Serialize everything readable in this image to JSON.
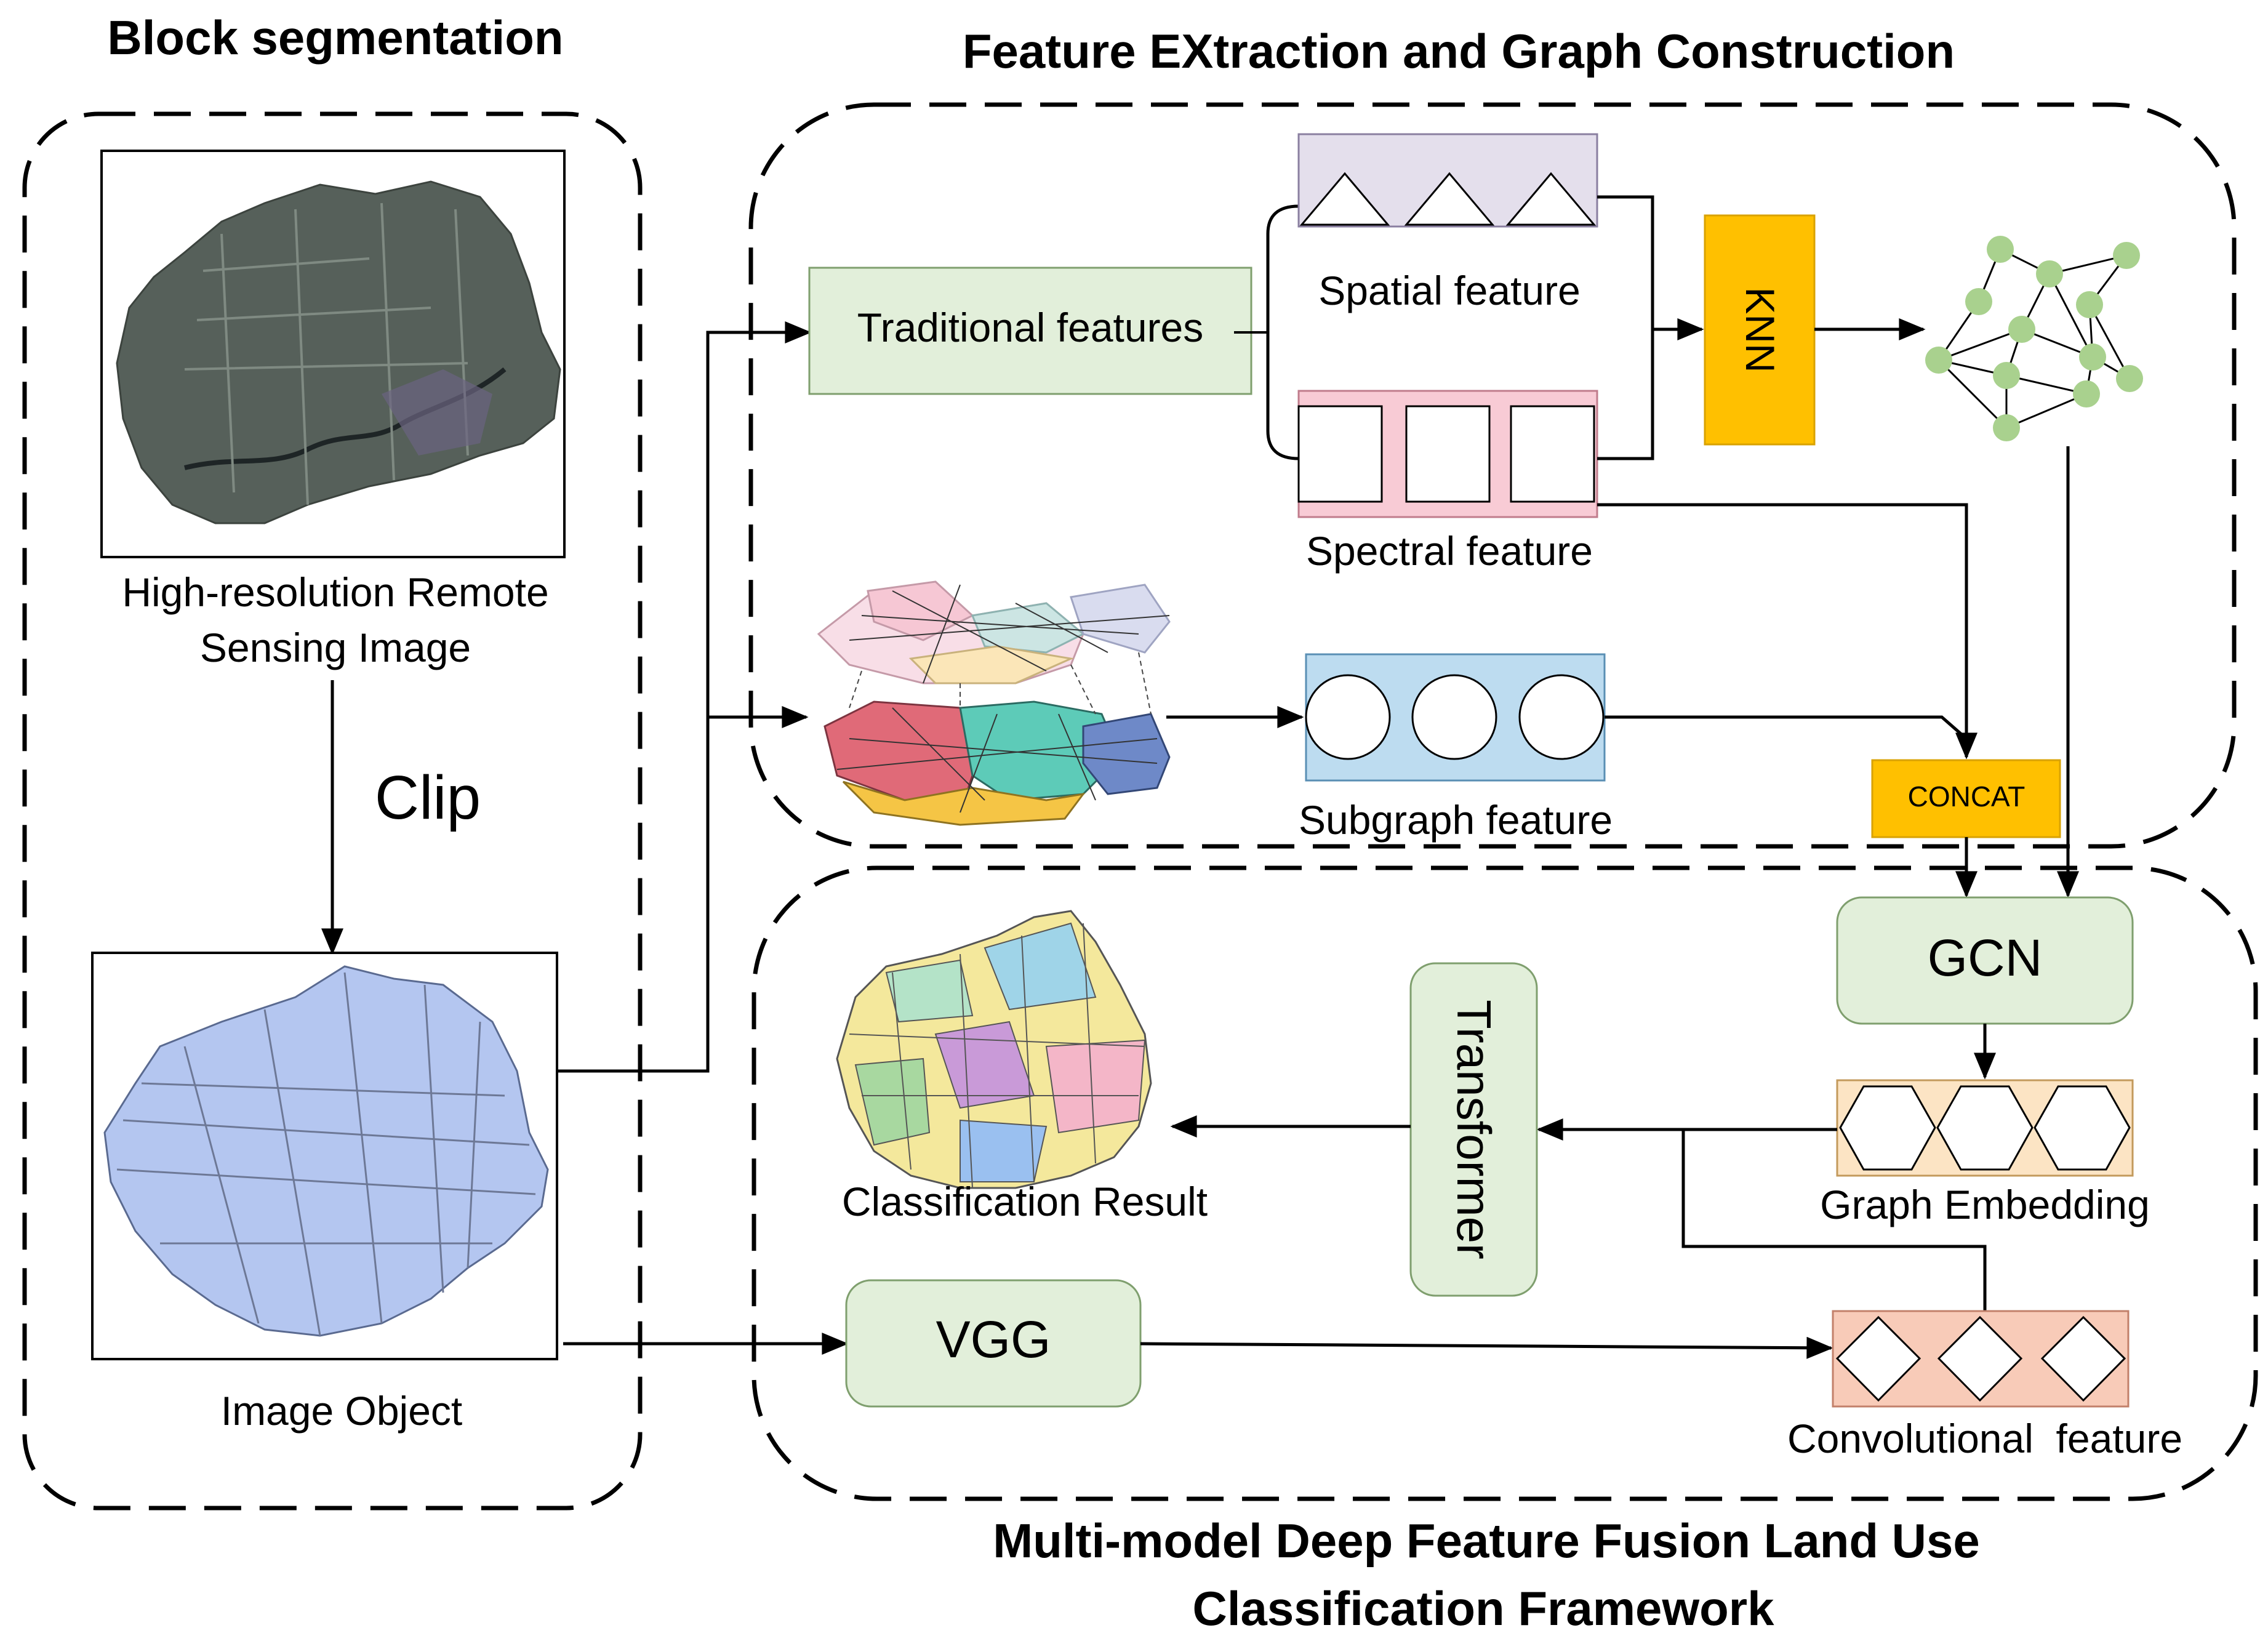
{
  "titles": {
    "block_segmentation": "Block segmentation",
    "feature_extraction": "Feature EXtraction and Graph Construction",
    "framework_line1": "Multi-model Deep Feature Fusion Land Use",
    "framework_line2": "Classification Framework"
  },
  "labels": {
    "hr_image_line1": "High-resolution Remote",
    "hr_image_line2": "Sensing Image",
    "clip": "Clip",
    "image_object": "Image Object",
    "traditional_features": "Traditional features",
    "spatial_feature": "Spatial feature",
    "spectral_feature": "Spectral feature",
    "knn": "KNN",
    "subgraph_feature": "Subgraph feature",
    "concat": "CONCAT",
    "gcn": "GCN",
    "transformer": "Transformer",
    "graph_embedding": "Graph Embedding",
    "classification_result": "Classification Result",
    "vgg": "VGG",
    "convolutional_feature": "Convolutional  feature"
  },
  "colors": {
    "green_box": "#e2efda",
    "knn_box": "#ffc000",
    "concat_box": "#ffc000",
    "spatial_feature": "#e4dfec",
    "spectral_feature": "#f8cbd5",
    "subgraph_feature": "#bddcf0",
    "graph_embedding": "#fce4c4",
    "convolutional_feature": "#f8cbb8",
    "graph_node": "#a9d18e",
    "image_object": "#b4c6f0",
    "remote_sensing": "#56605a"
  }
}
